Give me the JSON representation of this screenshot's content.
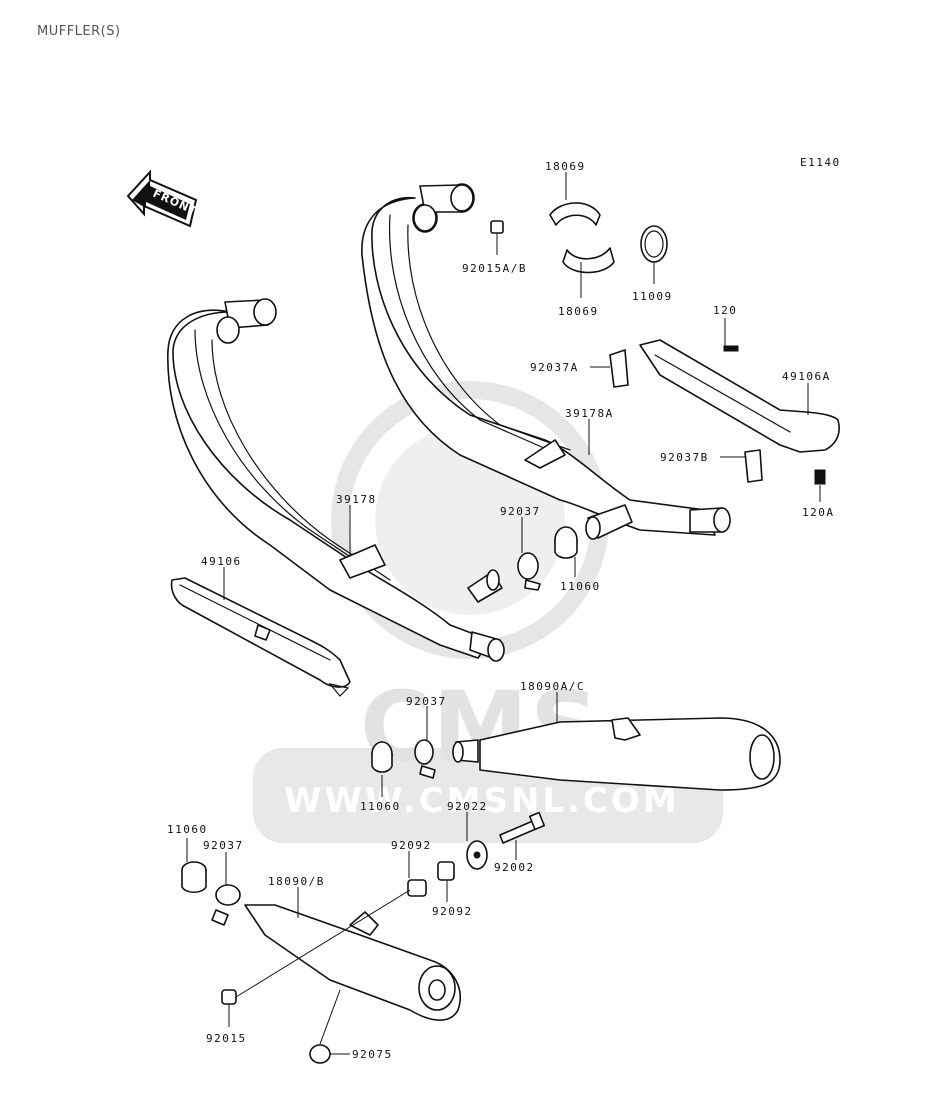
{
  "header": {
    "title": "MUFFLER(S)"
  },
  "diagram": {
    "code": "E1140",
    "front_arrow_text": "FRONT",
    "watermark": {
      "logo": "CMS",
      "url": "WWW.CMSNL.COM"
    },
    "labels": {
      "p18069_top": "18069",
      "p18069_bottom": "18069",
      "p11009": "11009",
      "p92015ab": "92015A/B",
      "p120": "120",
      "p92037a": "92037A",
      "p49106a": "49106A",
      "p39178a": "39178A",
      "p92037b": "92037B",
      "p120a": "120A",
      "p39178": "39178",
      "p92037_mid": "92037",
      "p11060_mid": "11060",
      "p49106": "49106",
      "p92037_lower": "92037",
      "p18090ac": "18090A/C",
      "p11060_lower": "11060",
      "p92022": "92022",
      "p92002": "92002",
      "p92092_top": "92092",
      "p92092_bottom": "92092",
      "p11060_left": "11060",
      "p92037_left": "92037",
      "p18090b": "18090/B",
      "p92015": "92015",
      "p92075": "92075"
    }
  }
}
